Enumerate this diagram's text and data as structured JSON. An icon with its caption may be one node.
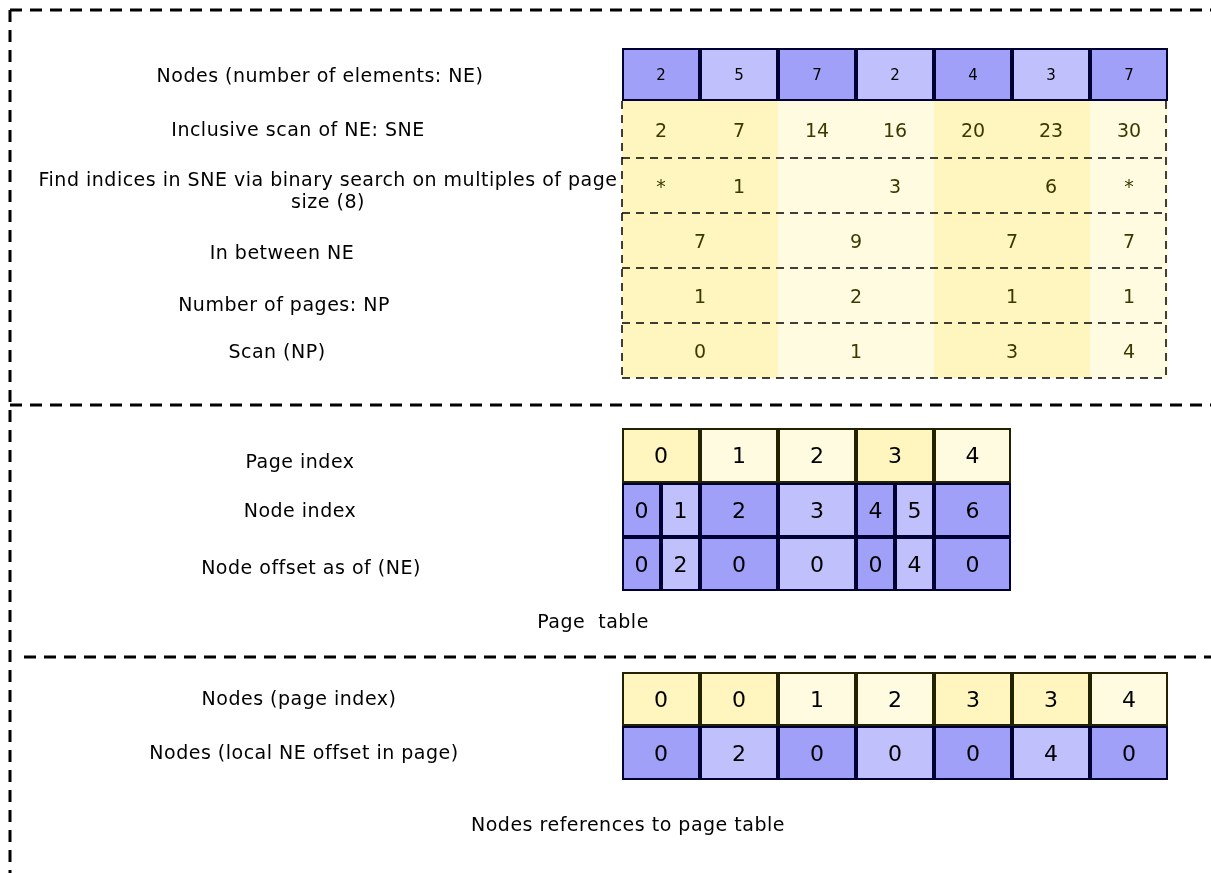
{
  "diagram": {
    "labels": [
      "Nodes (number of elements: NE)",
      "2",
      "5",
      "7",
      "2",
      "4",
      "3",
      "7",
      "Inclusive scan of NE: SNE",
      "2",
      "7",
      "14",
      "16",
      "20",
      "23",
      "30",
      "Find indices in SNE via binary search on multiples of page size (8)",
      "*",
      "1",
      "3",
      "6",
      "*",
      "In between NE",
      "7",
      "9",
      "7",
      "7",
      "Number of pages: NP",
      "1",
      "2",
      "1",
      "1",
      "Scan (NP)",
      "0",
      "1",
      "3",
      "4",
      "Page index",
      "0",
      "1",
      "2",
      "3",
      "4",
      "Node index",
      "0",
      "1",
      "2",
      "3",
      "4",
      "5",
      "6",
      "Node offset as of (NE)",
      "0",
      "2",
      "0",
      "0",
      "0",
      "4",
      "0",
      "Page  table",
      "Nodes (page index)",
      "0",
      "0",
      "1",
      "2",
      "3",
      "3",
      "4",
      "Nodes (local NE offset in page)",
      "0",
      "2",
      "0",
      "0",
      "0",
      "4",
      "0",
      "Nodes references to page table"
    ]
  }
}
